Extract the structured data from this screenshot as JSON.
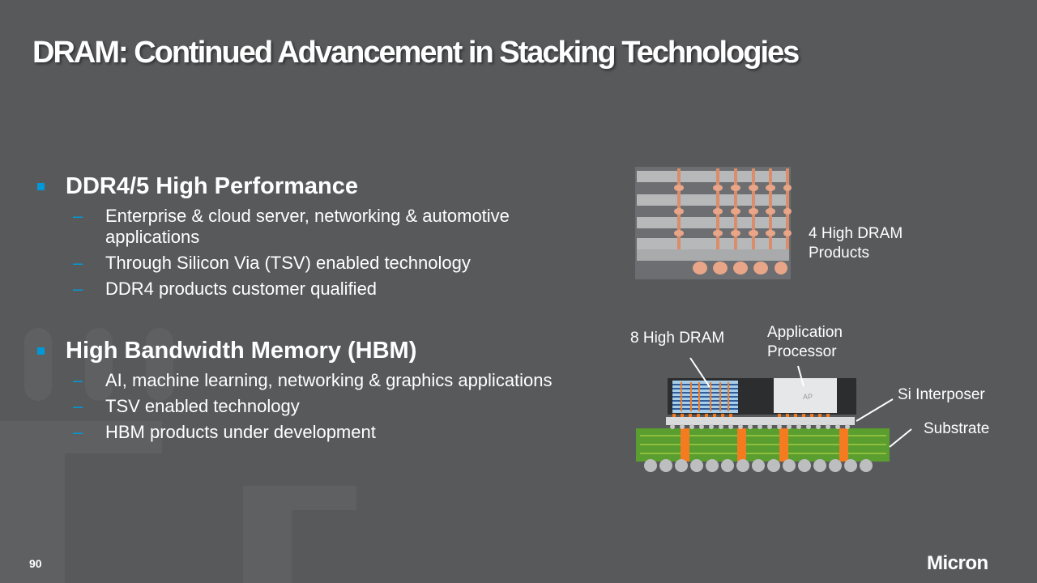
{
  "slide": {
    "title": "DRAM: Continued Advancement in Stacking Technologies",
    "page_number": "90",
    "logo_text": "Micron",
    "sections": [
      {
        "heading": "DDR4/5 High Performance",
        "items": [
          "Enterprise & cloud server, networking & automotive applications",
          "Through Silicon Via (TSV) enabled technology",
          "DDR4 products customer qualified"
        ]
      },
      {
        "heading": "High Bandwidth Memory (HBM)",
        "items": [
          "AI, machine learning, networking & graphics applications",
          "TSV enabled technology",
          "HBM products under development"
        ]
      }
    ],
    "figure_labels": {
      "four_high": "4 High DRAM Products",
      "eight_high": "8 High DRAM",
      "app_processor": "Application Processor",
      "si_interposer": "Si Interposer",
      "substrate": "Substrate",
      "ap_chip": "AP"
    }
  },
  "colors": {
    "background": "#58595b",
    "bullet_accent": "#0099d8",
    "substrate_green": "#5a9e2f",
    "via_orange": "#f47b20"
  }
}
